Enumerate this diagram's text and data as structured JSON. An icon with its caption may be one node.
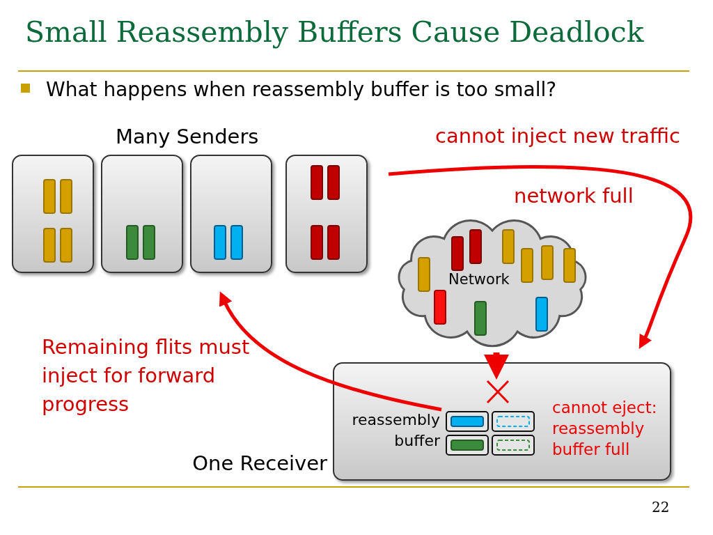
{
  "diagram": {
    "title": "Small Reassembly Buffers Cause Deadlock",
    "nodes": [
      {
        "text": [],
        "shape": "box"
      },
      {
        "text": [],
        "shape": "box"
      },
      {
        "text": [],
        "shape": "box"
      },
      {
        "text": [],
        "shape": "box"
      },
      {
        "text": [
          "Network"
        ]
      },
      {
        "text": [
          "One Receiver"
        ]
      },
      {
        "text": [
          "reassembly buffer"
        ],
        "in": 5
      }
    ],
    "edges": [
      {
        "from": 3,
        "to": 5,
        "arrow": "to",
        "label": "cannot inject new traffic"
      },
      {
        "from": 4,
        "to": 5,
        "arrow": "to",
        "style": "thick"
      },
      {
        "from": 6,
        "to": 2,
        "arrow": "to",
        "label": "Remaining flits must inject for forward progress"
      }
    ],
    "labels": [
      "What happens when reassembly buffer is too small?",
      "Many Senders",
      "network full",
      "cannot eject: reassembly buffer full",
      "22"
    ]
  }
}
